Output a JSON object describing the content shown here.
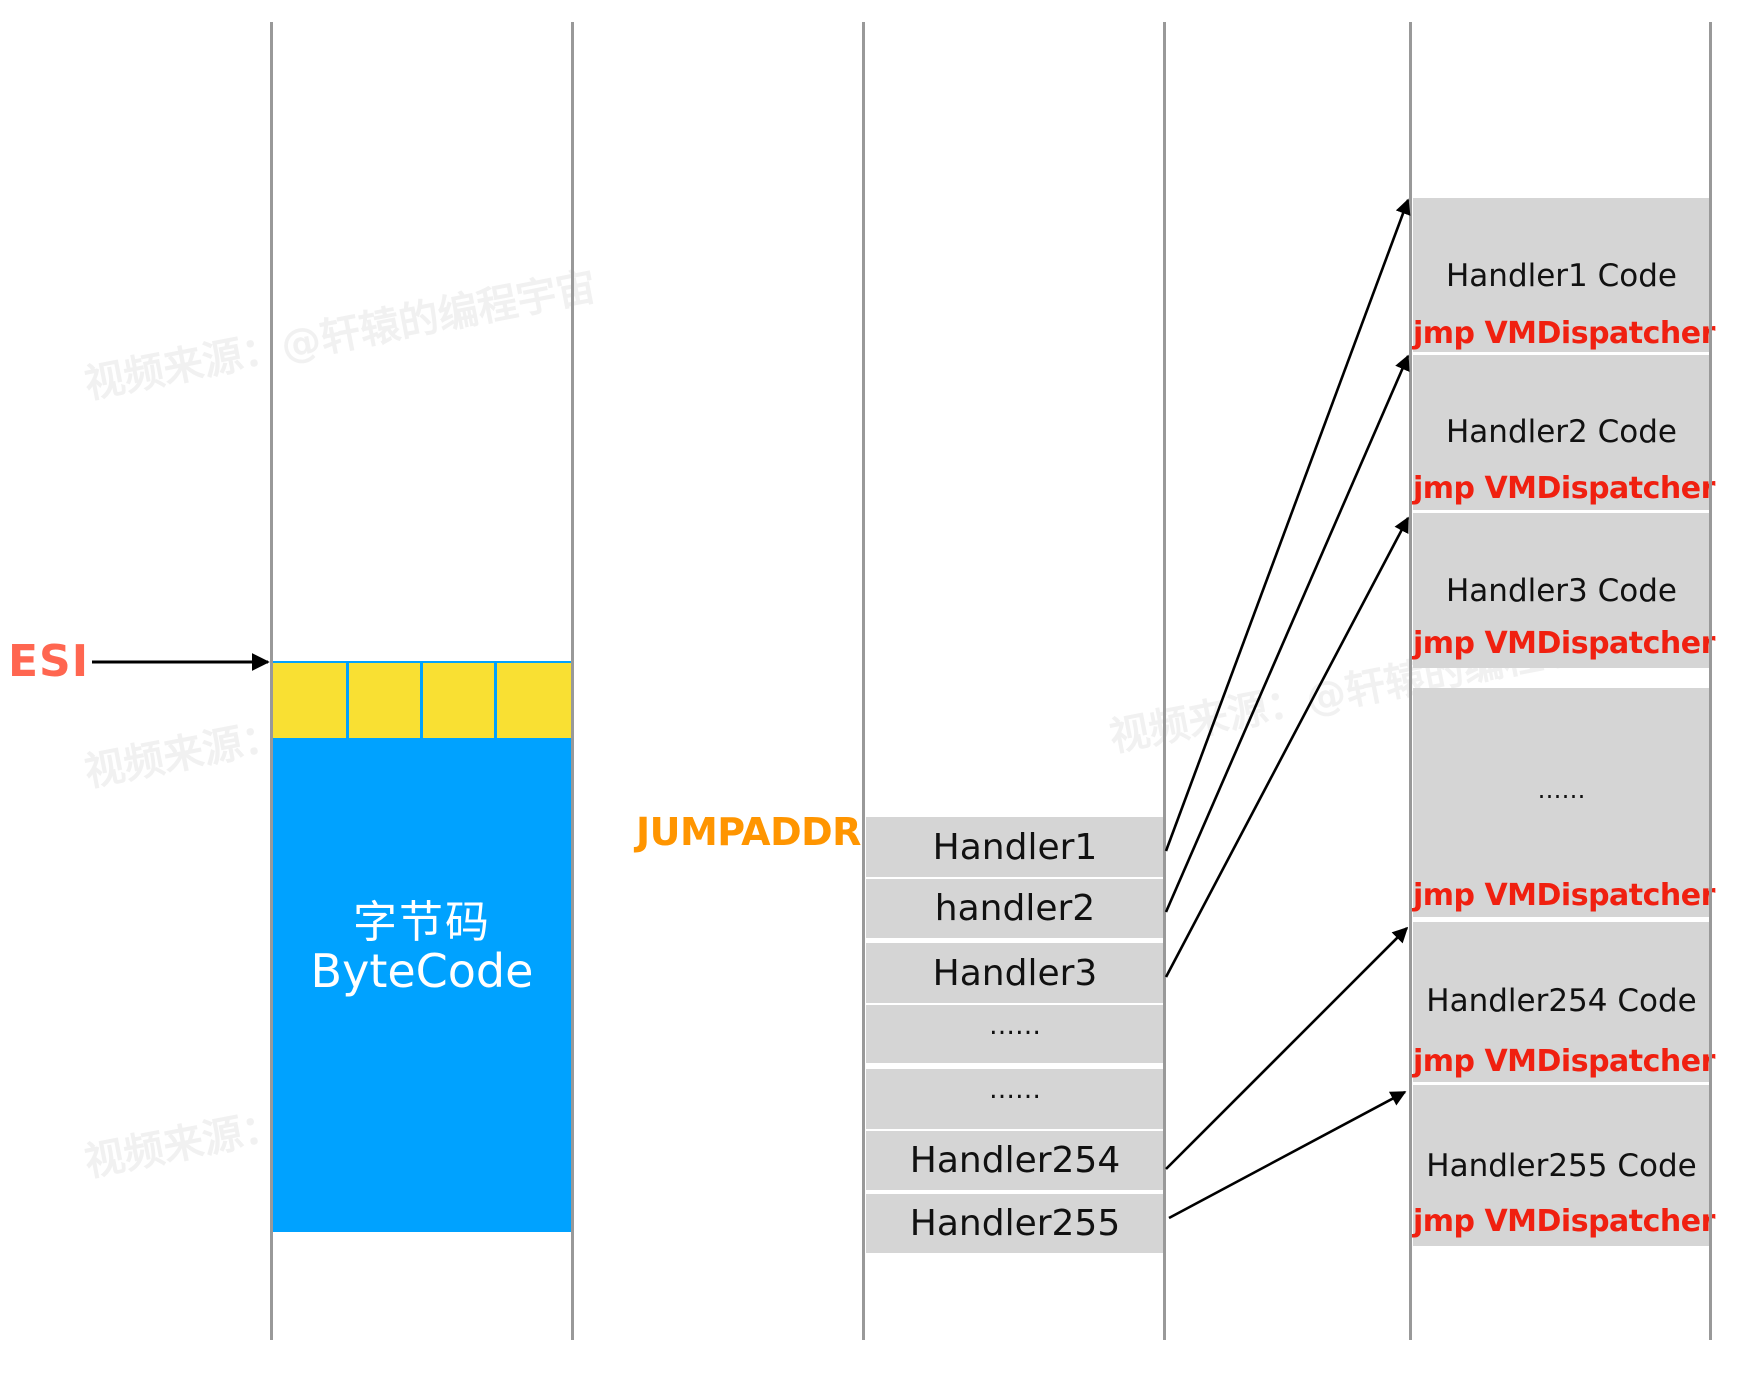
{
  "watermark": {
    "text_full": "视频来源：@轩辕的编程宇宙",
    "text_short": "视频来源："
  },
  "registers": {
    "esi_label": "ESI",
    "jumpaddr_label": "JUMPADDR"
  },
  "bytecode": {
    "label_cn": "字节码",
    "label_en": "ByteCode",
    "cell_count": 4,
    "colors": {
      "bytes": "#f9e033",
      "body": "#00a2ff"
    }
  },
  "jump_table": {
    "rows": [
      {
        "label": "Handler1"
      },
      {
        "label": "handler2"
      },
      {
        "label": "Handler3"
      },
      {
        "label": "……"
      },
      {
        "label": "……"
      },
      {
        "label": "Handler254"
      },
      {
        "label": "Handler255"
      }
    ]
  },
  "handler_code": {
    "blocks": [
      {
        "title": "Handler1 Code",
        "jmp": "jmp VMDispatcher"
      },
      {
        "title": "Handler2 Code",
        "jmp": "jmp VMDispatcher"
      },
      {
        "title": "Handler3 Code",
        "jmp": "jmp VMDispatcher"
      },
      {
        "title": "……",
        "jmp": "jmp VMDispatcher"
      },
      {
        "title": "Handler254 Code",
        "jmp": "jmp VMDispatcher"
      },
      {
        "title": "Handler255 Code",
        "jmp": "jmp VMDispatcher"
      }
    ],
    "jmp_color": "#f02010"
  },
  "arrows": [
    {
      "from": "ESI",
      "to": "bytecode-first-byte"
    },
    {
      "from": "Handler1",
      "to": "Handler1 Code"
    },
    {
      "from": "handler2",
      "to": "Handler2 Code"
    },
    {
      "from": "Handler3",
      "to": "Handler3 Code"
    },
    {
      "from": "Handler254",
      "to": "Handler254 Code"
    },
    {
      "from": "Handler255",
      "to": "Handler255 Code"
    }
  ]
}
